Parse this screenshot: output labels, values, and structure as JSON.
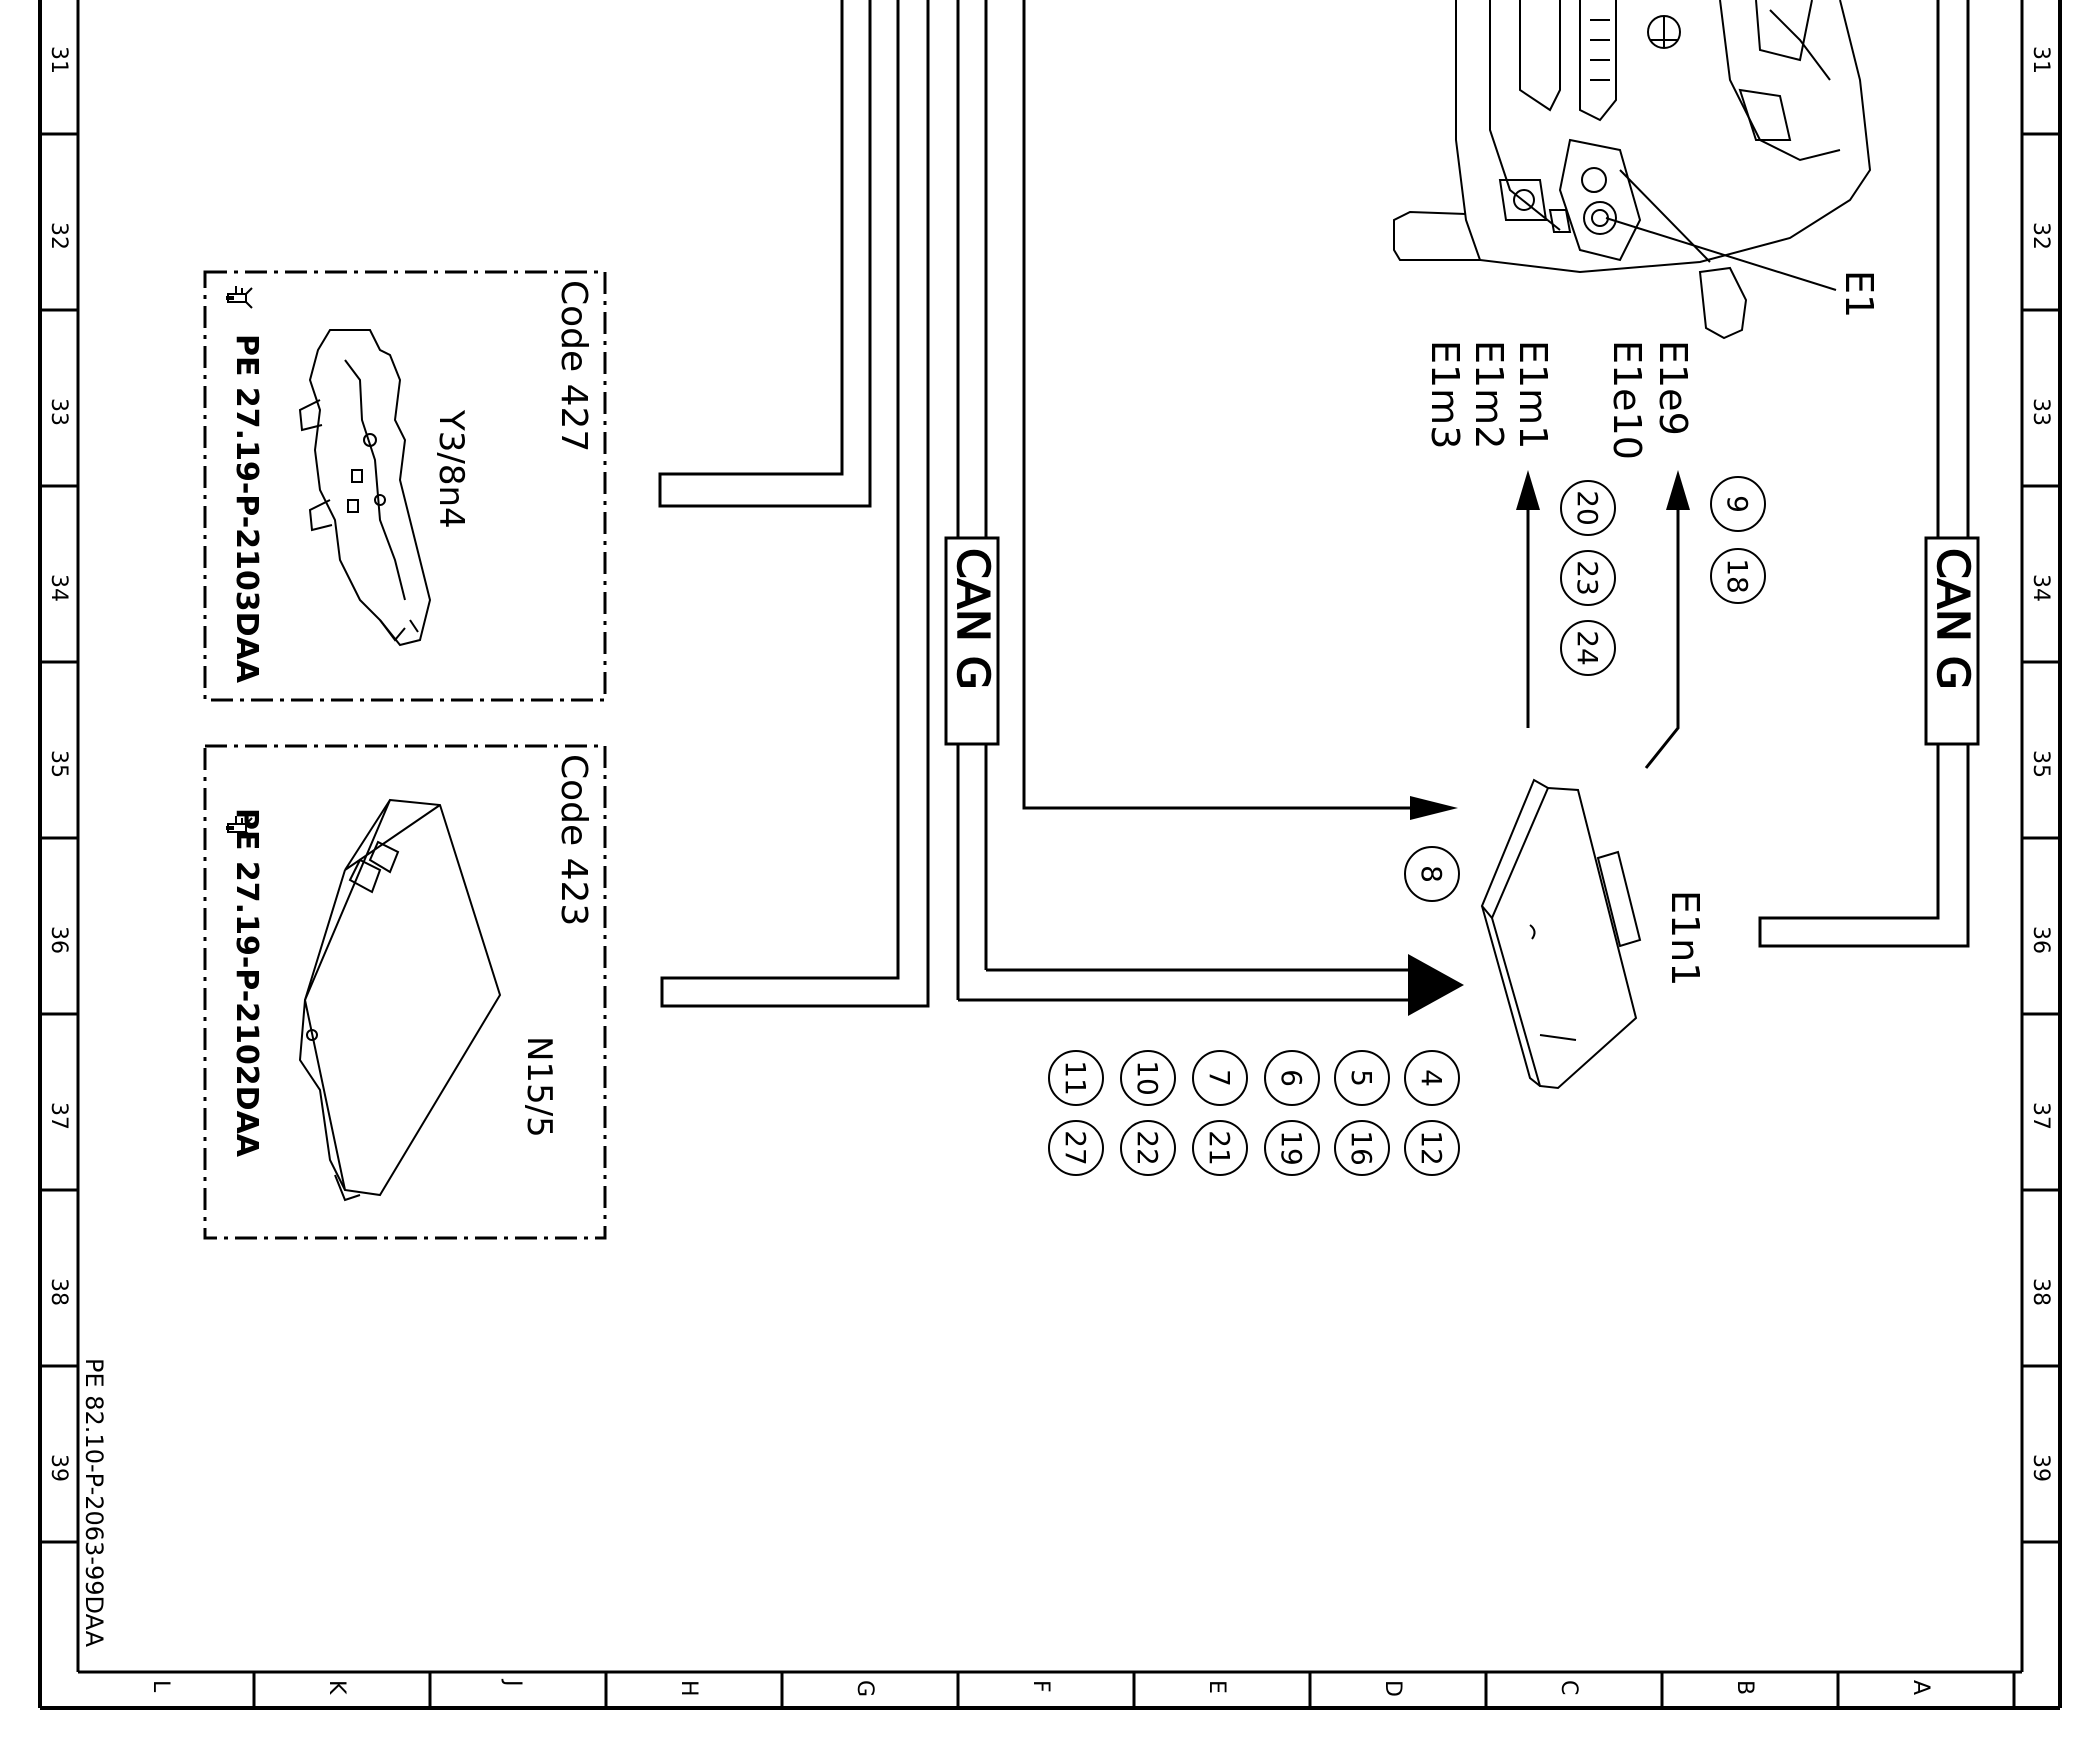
{
  "frame": {
    "row_numbers": [
      "31",
      "32",
      "33",
      "34",
      "35",
      "36",
      "37",
      "38",
      "39"
    ],
    "column_letters": [
      "L",
      "K",
      "J",
      "H",
      "G",
      "F",
      "E",
      "D",
      "C",
      "B",
      "A"
    ],
    "document_ref": "PE 82.10-P-2063-99DAA"
  },
  "components": {
    "y3_box": {
      "code_label": "Code 427",
      "component_id": "Y3/8n4",
      "reference": "PE 27.19-P-2103DAA"
    },
    "n15_box": {
      "code_label": "Code 423",
      "component_id": "N15/5",
      "reference": "PE 27.19-P-2102DAA"
    },
    "e1_label": "E1",
    "e1e_labels": [
      "E1e9",
      "E1e10"
    ],
    "e1m_labels": [
      "E1m1",
      "E1m2",
      "E1m3"
    ],
    "e1n1_label": "E1n1"
  },
  "bus": {
    "can_left": "CAN G",
    "can_right": "CAN G"
  },
  "circled_numbers": {
    "top_group": [
      "9",
      "18"
    ],
    "middle_group": [
      "20",
      "23",
      "24"
    ],
    "single": [
      "8"
    ],
    "bottom_row1": [
      "4",
      "5",
      "6",
      "7",
      "10",
      "11"
    ],
    "bottom_row2": [
      "12",
      "16",
      "19",
      "21",
      "22",
      "27"
    ]
  }
}
